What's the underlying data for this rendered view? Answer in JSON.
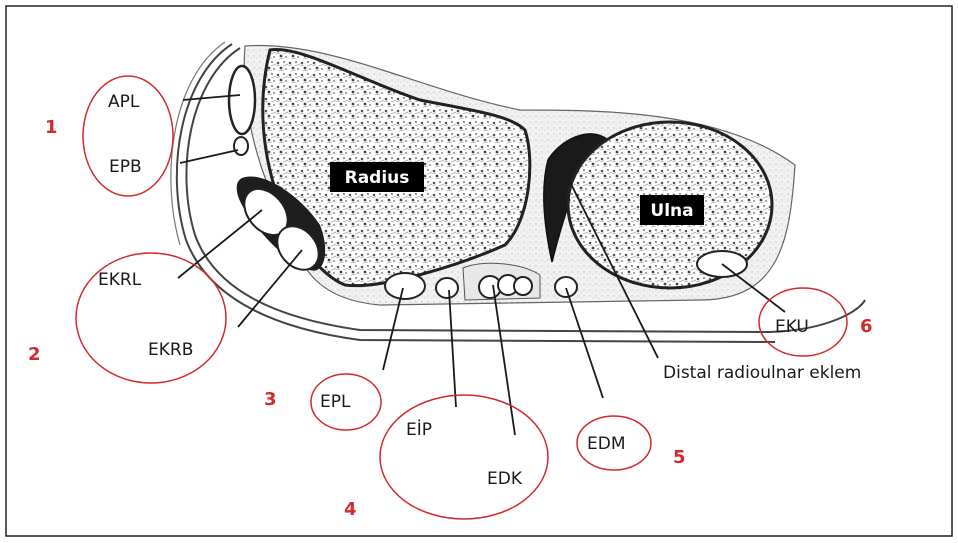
{
  "bones": {
    "radius": "Radius",
    "ulna": "Ulna"
  },
  "tendons": {
    "apl": "APL",
    "epb": "EPB",
    "ekrl": "EKRL",
    "ekrb": "EKRB",
    "epl": "EPL",
    "eip": "EİP",
    "edk": "EDK",
    "edm": "EDM",
    "eku": "EKU"
  },
  "joint": {
    "distal_radioulnar": "Distal radioulnar eklem"
  },
  "compartments": [
    "1",
    "2",
    "3",
    "4",
    "5",
    "6"
  ],
  "colors": {
    "circle": "#d22b2b",
    "number": "#d22b2b",
    "line": "#1a1a1a",
    "bone_label_bg": "#000000"
  }
}
